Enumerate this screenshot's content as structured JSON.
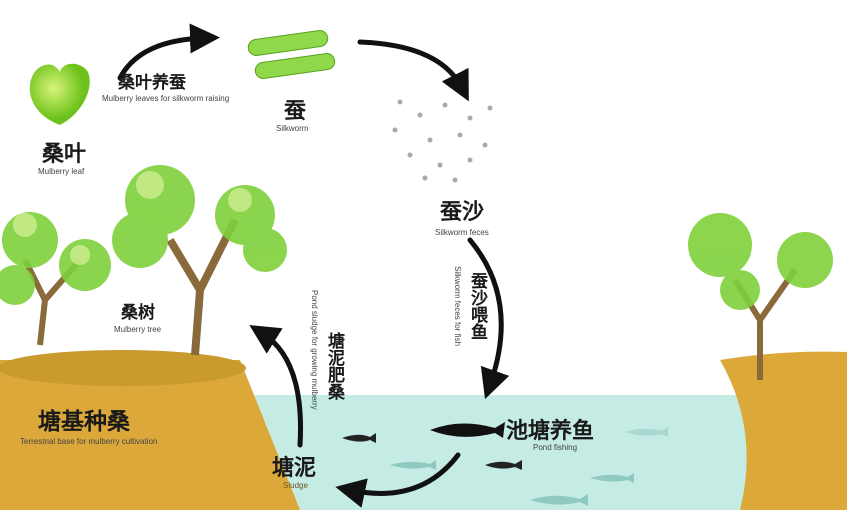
{
  "labels": {
    "leaf_to_silkworm": {
      "zh": "桑叶养蚕",
      "en": "Mulberry leaves for silkworm raising"
    },
    "silkworm": {
      "zh": "蚕",
      "en": "Silkworm"
    },
    "mulberry_leaf": {
      "zh": "桑叶",
      "en": "Mulberry leaf"
    },
    "silkworm_feces": {
      "zh": "蚕沙",
      "en": "Silkworm feces"
    },
    "feces_for_fish": {
      "zh": "蚕沙喂鱼",
      "en": "Silkworm feces for fish"
    },
    "sludge_for_mulberry": {
      "zh": "塘泥肥桑",
      "en": "Pond sludge for growing mulberry"
    },
    "mulberry_tree": {
      "zh": "桑树",
      "en": "Mulberry tree"
    },
    "dike_base": {
      "zh": "塘基种桑",
      "en": "Terrestrial base for mulberry cultivation"
    },
    "pond_fishing": {
      "zh": "池塘养鱼",
      "en": "Pond fishing"
    },
    "sludge": {
      "zh": "塘泥",
      "en": "Sludge"
    }
  },
  "colors": {
    "water": "#bfe9e2",
    "bank": "#d9a93a",
    "leaf": "#8fd63a",
    "arrow": "#111111"
  }
}
